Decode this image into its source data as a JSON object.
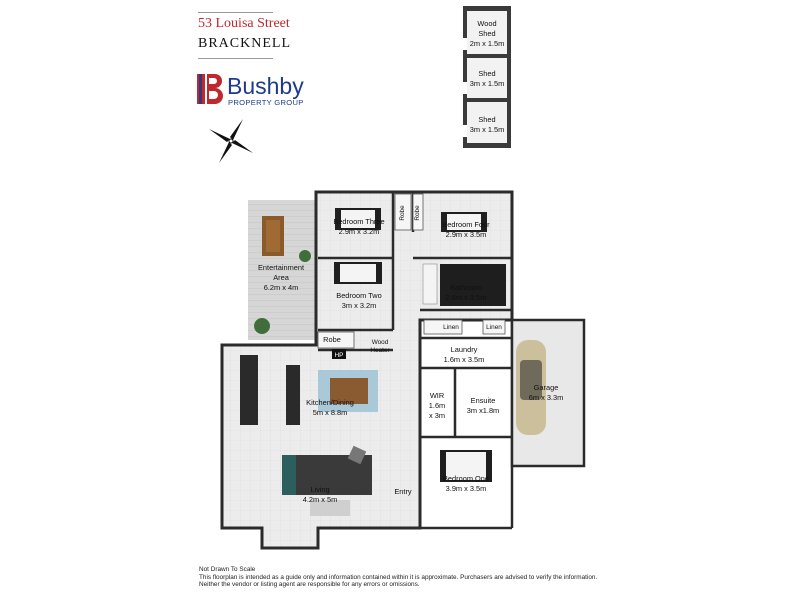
{
  "header": {
    "address": "53 Louisa Street",
    "city": "BRACKNELL"
  },
  "brand": {
    "name": "Bushby",
    "tagline": "PROPERTY GROUP",
    "accent": "#c0282d",
    "primary": "#1f3a8a"
  },
  "sheds": [
    {
      "name": "Wood Shed",
      "line1": "Wood",
      "line2": "Shed",
      "size": "2m x 1.5m"
    },
    {
      "name": "Shed",
      "size": "3m x 1.5m"
    },
    {
      "name": "Shed",
      "size": "3m x 1.5m"
    }
  ],
  "rooms": {
    "bed3": {
      "name": "Bedroom Three",
      "size": "2.9m x 3.2m"
    },
    "bed4": {
      "name": "Bedroom  Four",
      "size": "2.9m x 3.5m"
    },
    "bed2": {
      "name": "Bedroom Two",
      "size": "3m x 3.2m"
    },
    "bath": {
      "name": "Bathroom",
      "size": "2.6m x 3.5m"
    },
    "ent": {
      "name1": "Entertainment",
      "name2": "Area",
      "size": "6.2m x 4m"
    },
    "laundry": {
      "name": "Laundry",
      "size": "1.6m x 3.5m"
    },
    "garage": {
      "name": "Garage",
      "size": "6m x 3.3m"
    },
    "kitchen": {
      "name": "Kitchen/Dining",
      "size": "5m x 8.8m"
    },
    "wir": {
      "name": "WIR",
      "l1": "1.6m",
      "l2": "x 3m"
    },
    "ensuite": {
      "name": "Ensuite",
      "size": "3m x1.8m"
    },
    "living": {
      "name": "Living",
      "size": "4.2m x 5m"
    },
    "bed1": {
      "name": "Bedroom One",
      "size": "3.9m x 3.5m"
    }
  },
  "small_labels": {
    "robe": "Robe",
    "linen": "Linen",
    "hp": "HP",
    "wood": "Wood",
    "heater": "Heater",
    "entry": "Entry"
  },
  "footer": {
    "scale_note": "Not Drawn To Scale",
    "disclaimer": "This floorplan is intended as a guide only and information contained within it is approximate. Purchasers are advised to verify the information. Neither the vendor or listing agent are responsible for any errors or omissions."
  }
}
